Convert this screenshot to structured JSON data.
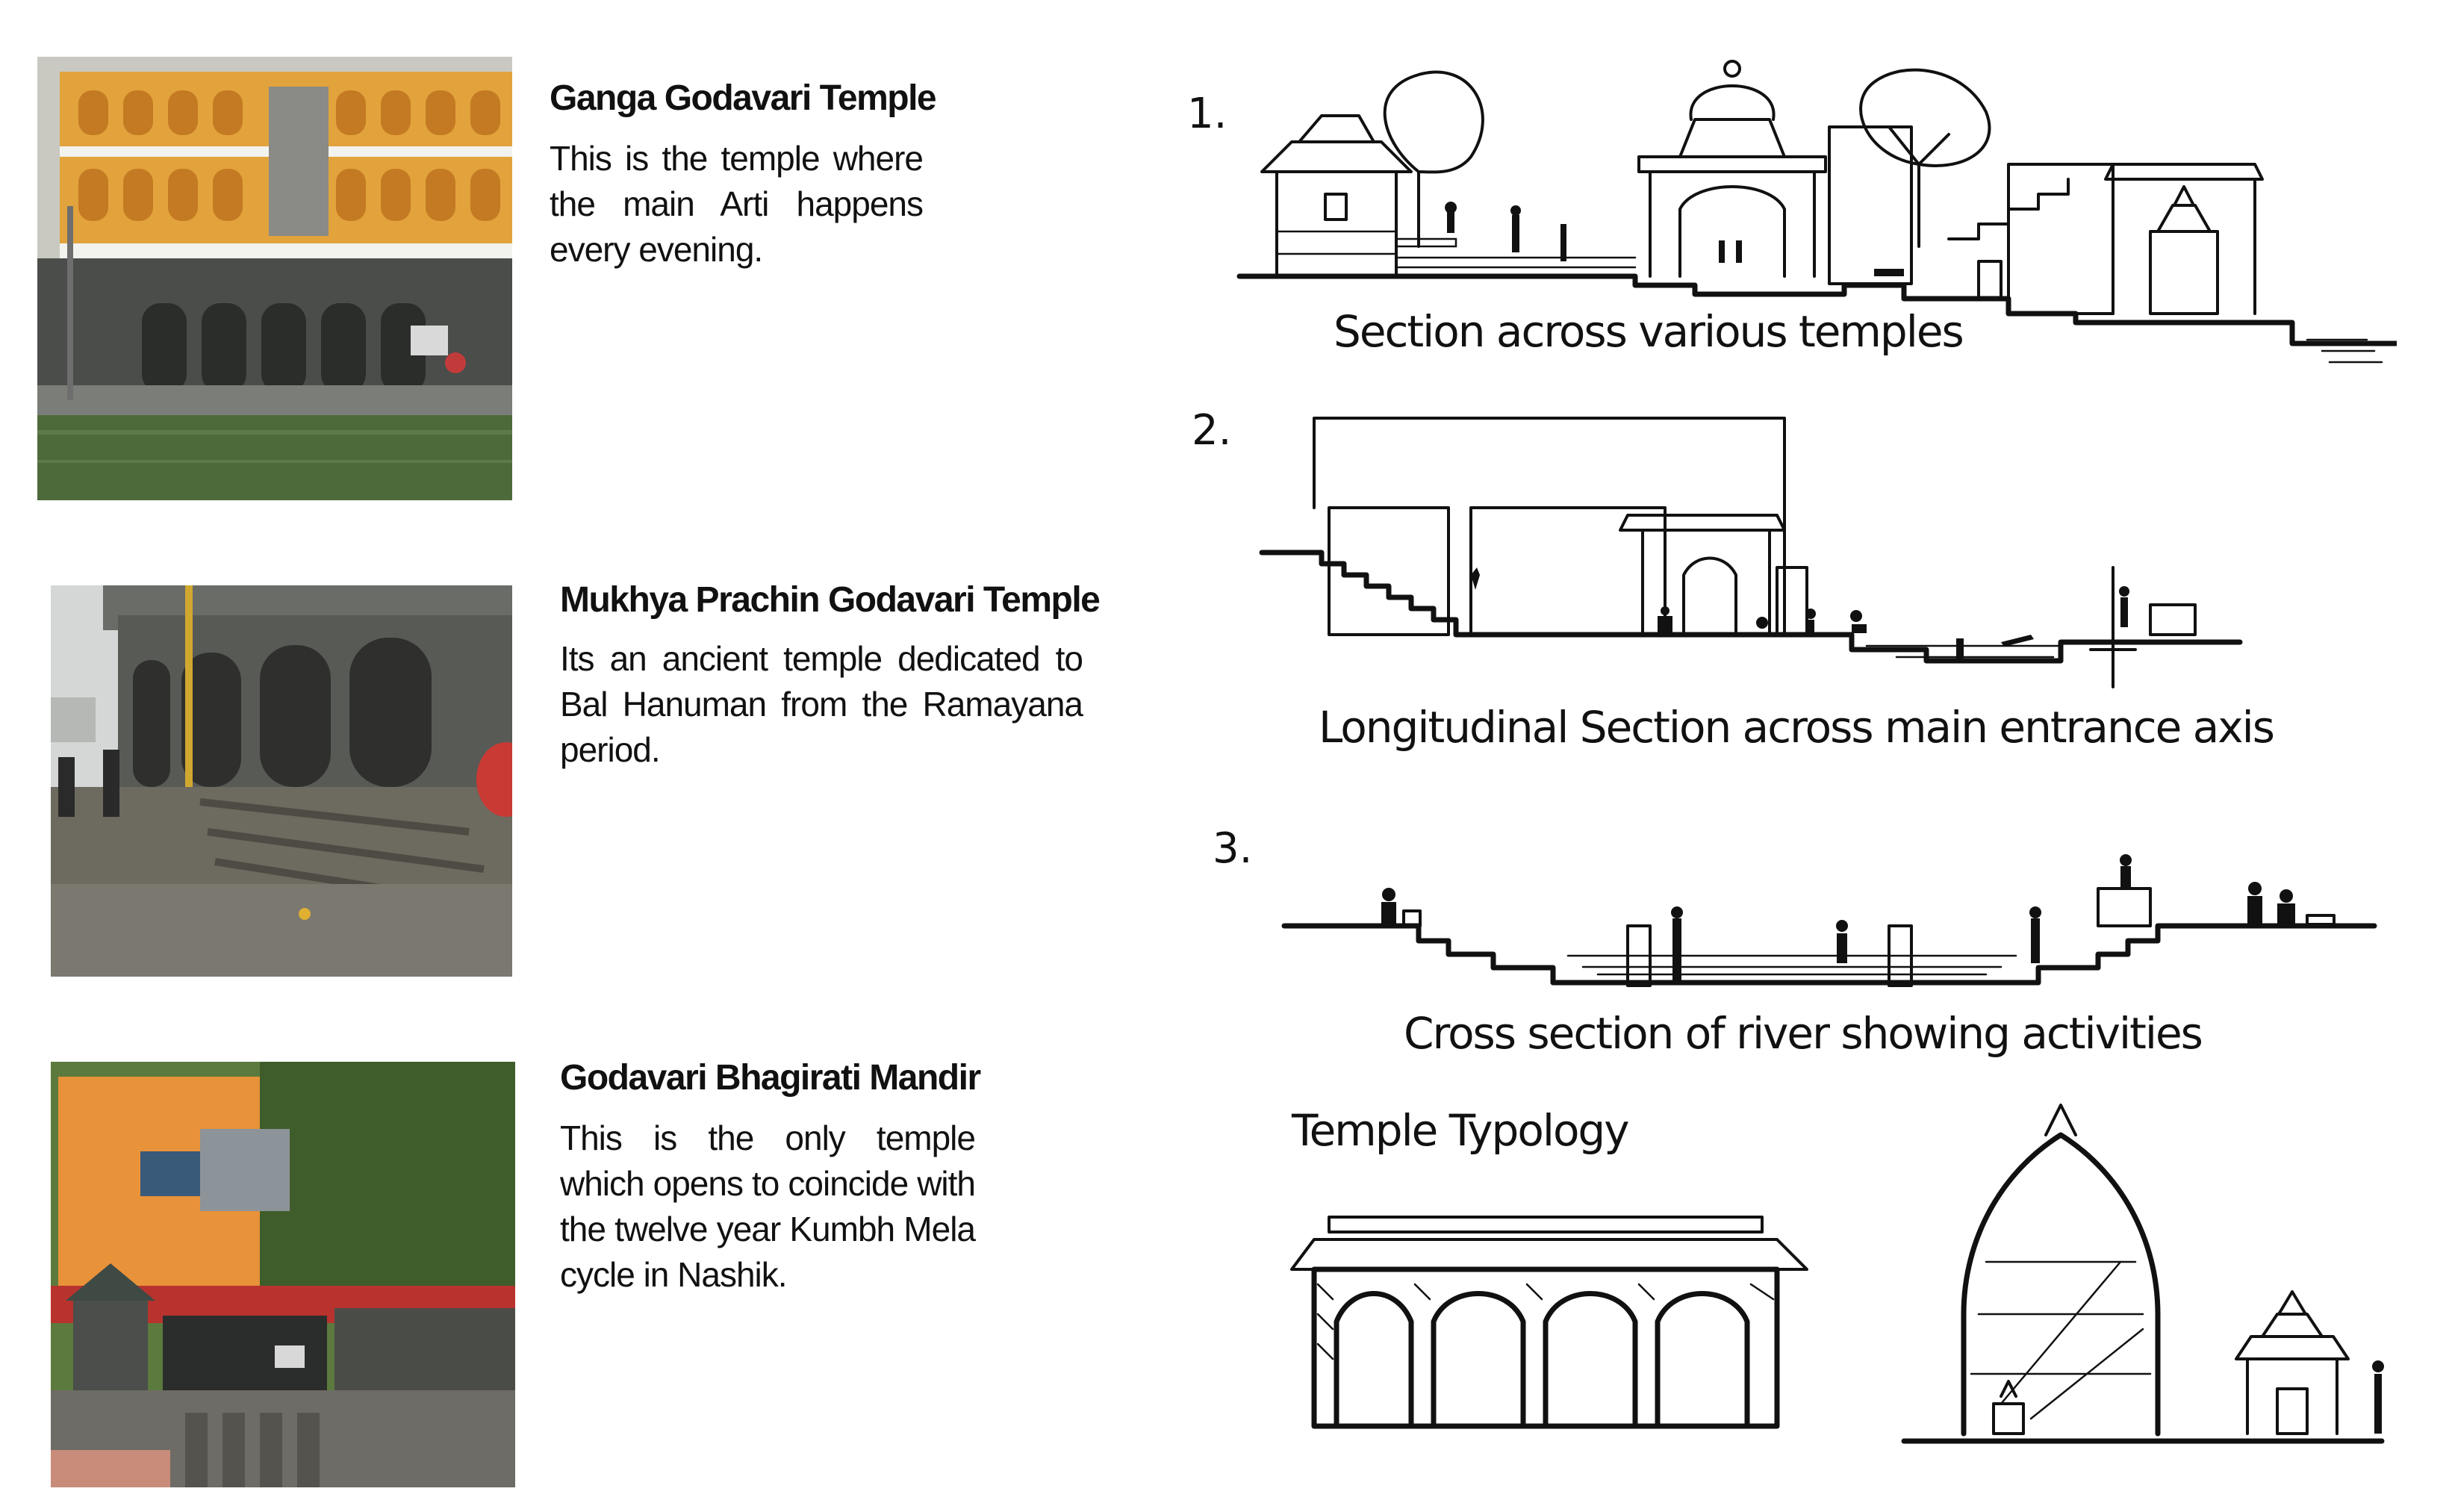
{
  "temples": [
    {
      "title": "Ganga Godavari Temple",
      "desc": "This is the temple where the main Arti happens every evening."
    },
    {
      "title": "Mukhya Prachin Godavari Temple",
      "desc": "Its an ancient temple dedicated to Bal Hanuman from the Ramayana period."
    },
    {
      "title": "Godavari Bhagirati Mandir",
      "desc": "This is the only temple which opens to coincide with the twelve year Kumbh Mela cycle in Nashik."
    }
  ],
  "sections": [
    {
      "number": "1.",
      "caption": "Section across various temples"
    },
    {
      "number": "2.",
      "caption": "Longitudinal Section across main entrance axis"
    },
    {
      "number": "3.",
      "caption": "Cross section of river showing activities"
    }
  ],
  "typology": {
    "caption": "Temple Typology"
  },
  "colors": {
    "paper": "#ffffff",
    "ink": "#111111",
    "building_yellow": "#e2a33c",
    "stone_grey": "#4a4d4a",
    "water_green": "#4d6b3a",
    "building_orange": "#e8923a",
    "roof_red": "#b8332e"
  }
}
